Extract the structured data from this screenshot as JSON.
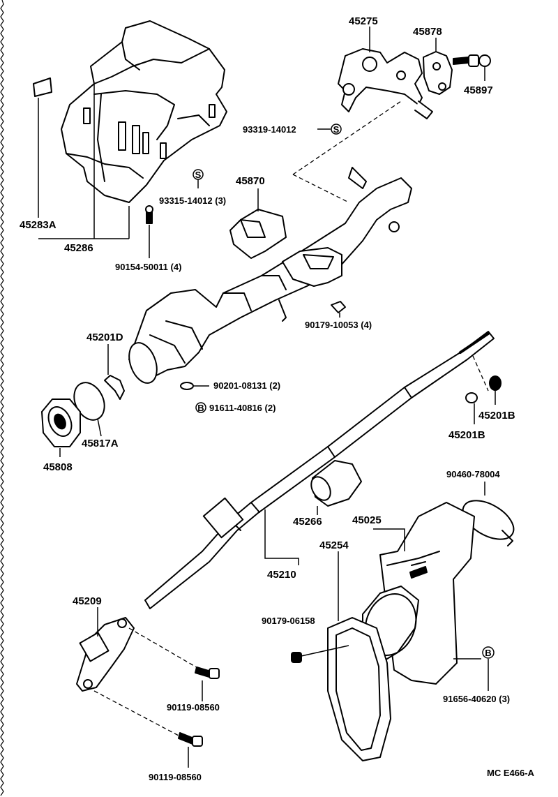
{
  "labels": {
    "p45275": "45275",
    "p45878": "45878",
    "p45897": "45897",
    "p93319": "93319-14012",
    "p93315": "93315-14012 (3)",
    "p45870": "45870",
    "p45283A": "45283A",
    "p45286": "45286",
    "p90154": "90154-50011 (4)",
    "p90179_10053": "90179-10053 (4)",
    "p45201D": "45201D",
    "p90201": "90201-08131 (2)",
    "p91611": "91611-40816 (2)",
    "p45201B_a": "45201B",
    "p45201B_b": "45201B",
    "p45817A": "45817A",
    "p45808": "45808",
    "p90460": "90460-78004",
    "p45025": "45025",
    "p45266": "45266",
    "p45254": "45254",
    "p45210": "45210",
    "p45209": "45209",
    "p90179_06158": "90179-06158",
    "p91656": "91656-40620 (3)",
    "p90119_a": "90119-08560",
    "p90119_b": "90119-08560",
    "ref": "MC E466-A"
  },
  "symbols": {
    "s_symbol": "S",
    "b_symbol": "B"
  }
}
